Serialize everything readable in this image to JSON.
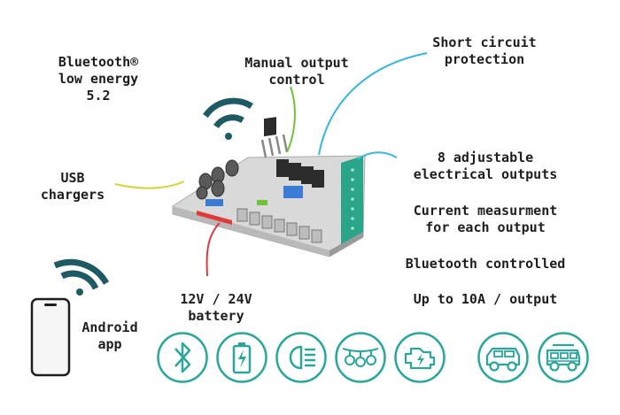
{
  "labels": {
    "bluetooth_le": [
      "Bluetooth®",
      "low energy",
      "5.2"
    ],
    "manual_output": [
      "Manual output",
      "control"
    ],
    "short_circuit": [
      "Short circuit",
      "protection"
    ],
    "usb_chargers": [
      "USB",
      "chargers"
    ],
    "adjustable_outputs": [
      "8 adjustable",
      "electrical outputs"
    ],
    "current_measurement": [
      "Current measurment",
      "for each output"
    ],
    "bluetooth_controlled": "Bluetooth controlled",
    "battery": [
      "12V / 24V",
      "battery"
    ],
    "up_to_10a": "Up to 10A / output",
    "android_app": [
      "Android",
      "app"
    ]
  },
  "icons": [
    "bluetooth-icon",
    "battery-charging-icon",
    "headlight-icon",
    "string-lights-icon",
    "engine-icon",
    "offroad-vehicle-icon",
    "camper-van-icon"
  ],
  "colors": {
    "teal": "#2aa79b",
    "wifi": "#1d5a63",
    "cyan_wire": "#36b6e0",
    "green_wire": "#6fc23a",
    "yellow_wire": "#d3d62f",
    "red_wire": "#e23a3a",
    "text": "#1e1e1e"
  }
}
